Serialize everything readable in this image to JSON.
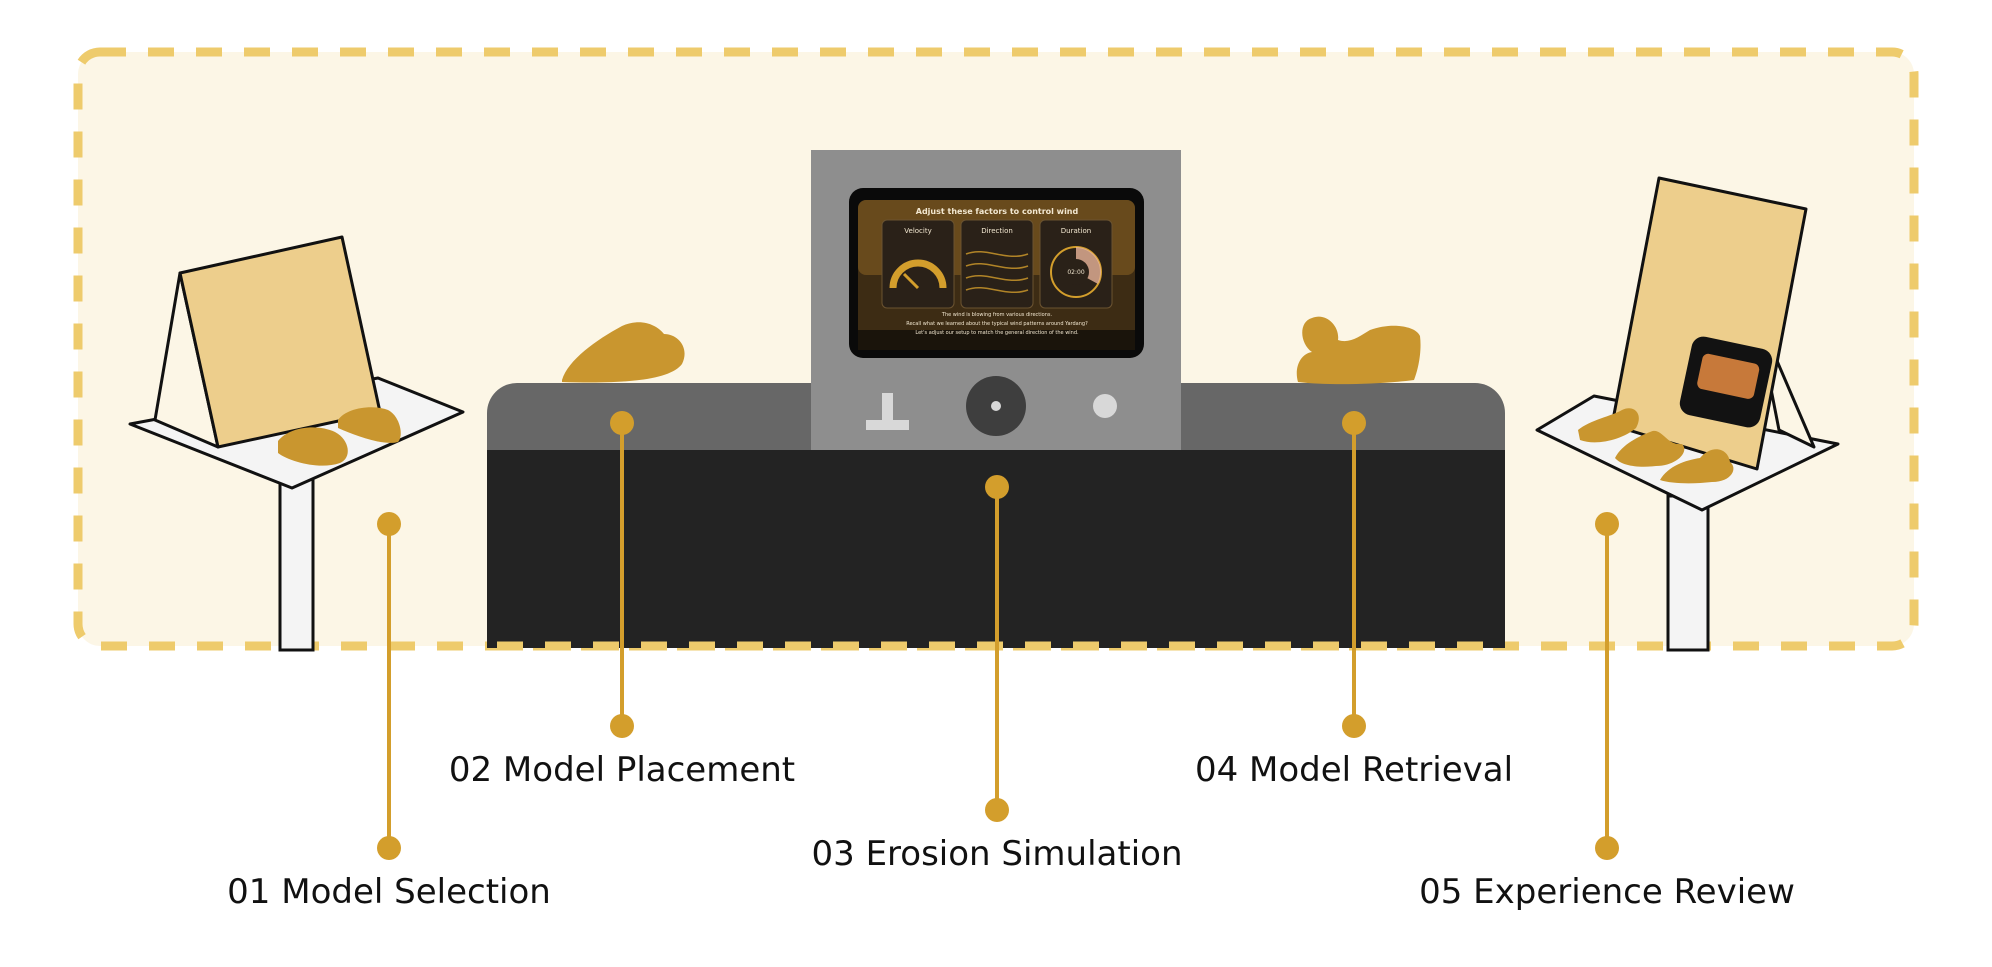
{
  "colors": {
    "accent": "#D39E2C",
    "frame_dash": "#EECB6C",
    "frame_fill": "#FCF6E6",
    "sand": "#C9962F",
    "board": "#EDCE8C",
    "console_dark": "#232323",
    "console_top": "#676767",
    "kiosk": "#8E8E8E"
  },
  "screen": {
    "title": "Adjust these factors to control wind",
    "panels": [
      "Velocity",
      "Direction",
      "Duration"
    ],
    "duration_readout": "02:00",
    "lines": [
      "The wind is blowing from various directions.",
      "Recall what we learned about the typical wind patterns around Yardang?",
      "Let's adjust our setup to match the general direction of the wind."
    ]
  },
  "steps": [
    {
      "label": "01 Model Selection"
    },
    {
      "label": "02 Model Placement"
    },
    {
      "label": "03 Erosion Simulation"
    },
    {
      "label": "04 Model Retrieval"
    },
    {
      "label": "05 Experience Review"
    }
  ]
}
